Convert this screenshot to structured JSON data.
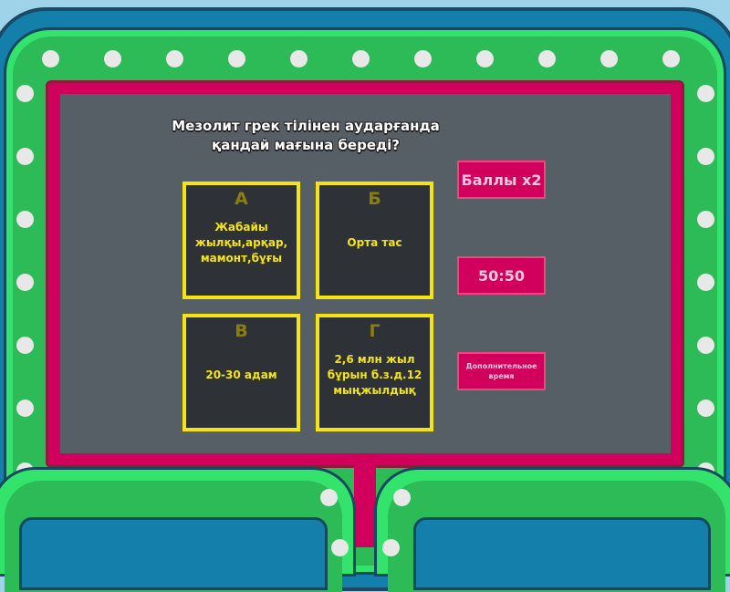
{
  "question": "Мезолит грек тілінен аударғанда қандай мағына береді?",
  "answers": [
    {
      "letter": "А",
      "text": "Жабайы жылқы,арқар, мамонт,бұғы"
    },
    {
      "letter": "Б",
      "text": "Орта тас"
    },
    {
      "letter": "В",
      "text": "20-30 адам"
    },
    {
      "letter": "Г",
      "text": "2,6 млн жыл бұрын б.з.д.12 мыңжылдық"
    }
  ],
  "powerups": {
    "double": "Баллы x2",
    "fifty": "50:50",
    "time": "Дополнительное время"
  },
  "colors": {
    "frame_green": "#34e36b",
    "frame_pink": "#d2005d",
    "screen": "#575f66",
    "card_border": "#f5e413"
  }
}
